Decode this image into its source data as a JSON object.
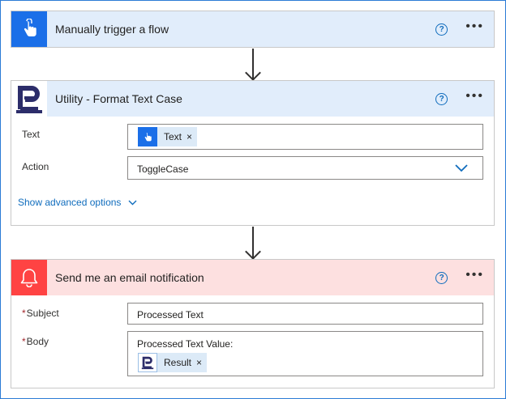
{
  "trigger": {
    "title": "Manually trigger a flow",
    "icon": "hand-touch-icon",
    "accent": "#1b6fe8",
    "header_bg": "#e1edfb",
    "help_label": "?",
    "more_label": "•••"
  },
  "utility": {
    "title": "Utility - Format Text Case",
    "icon": "encodian-logo-icon",
    "accent": "#2c2d6a",
    "header_bg": "#e1edfb",
    "help_label": "?",
    "more_label": "•••",
    "fields": {
      "text_label": "Text",
      "text_token": "Text",
      "action_label": "Action",
      "action_value": "ToggleCase"
    },
    "advanced_label": "Show advanced options"
  },
  "email": {
    "title": "Send me an email notification",
    "icon": "bell-icon",
    "accent": "#ff4343",
    "header_bg": "#fde0e0",
    "help_label": "?",
    "more_label": "•••",
    "fields": {
      "subject_label": "Subject",
      "subject_value": "Processed Text",
      "body_label": "Body",
      "body_value": "Processed Text Value:",
      "body_token": "Result"
    },
    "required_marker": "*"
  },
  "token_remove": "×"
}
